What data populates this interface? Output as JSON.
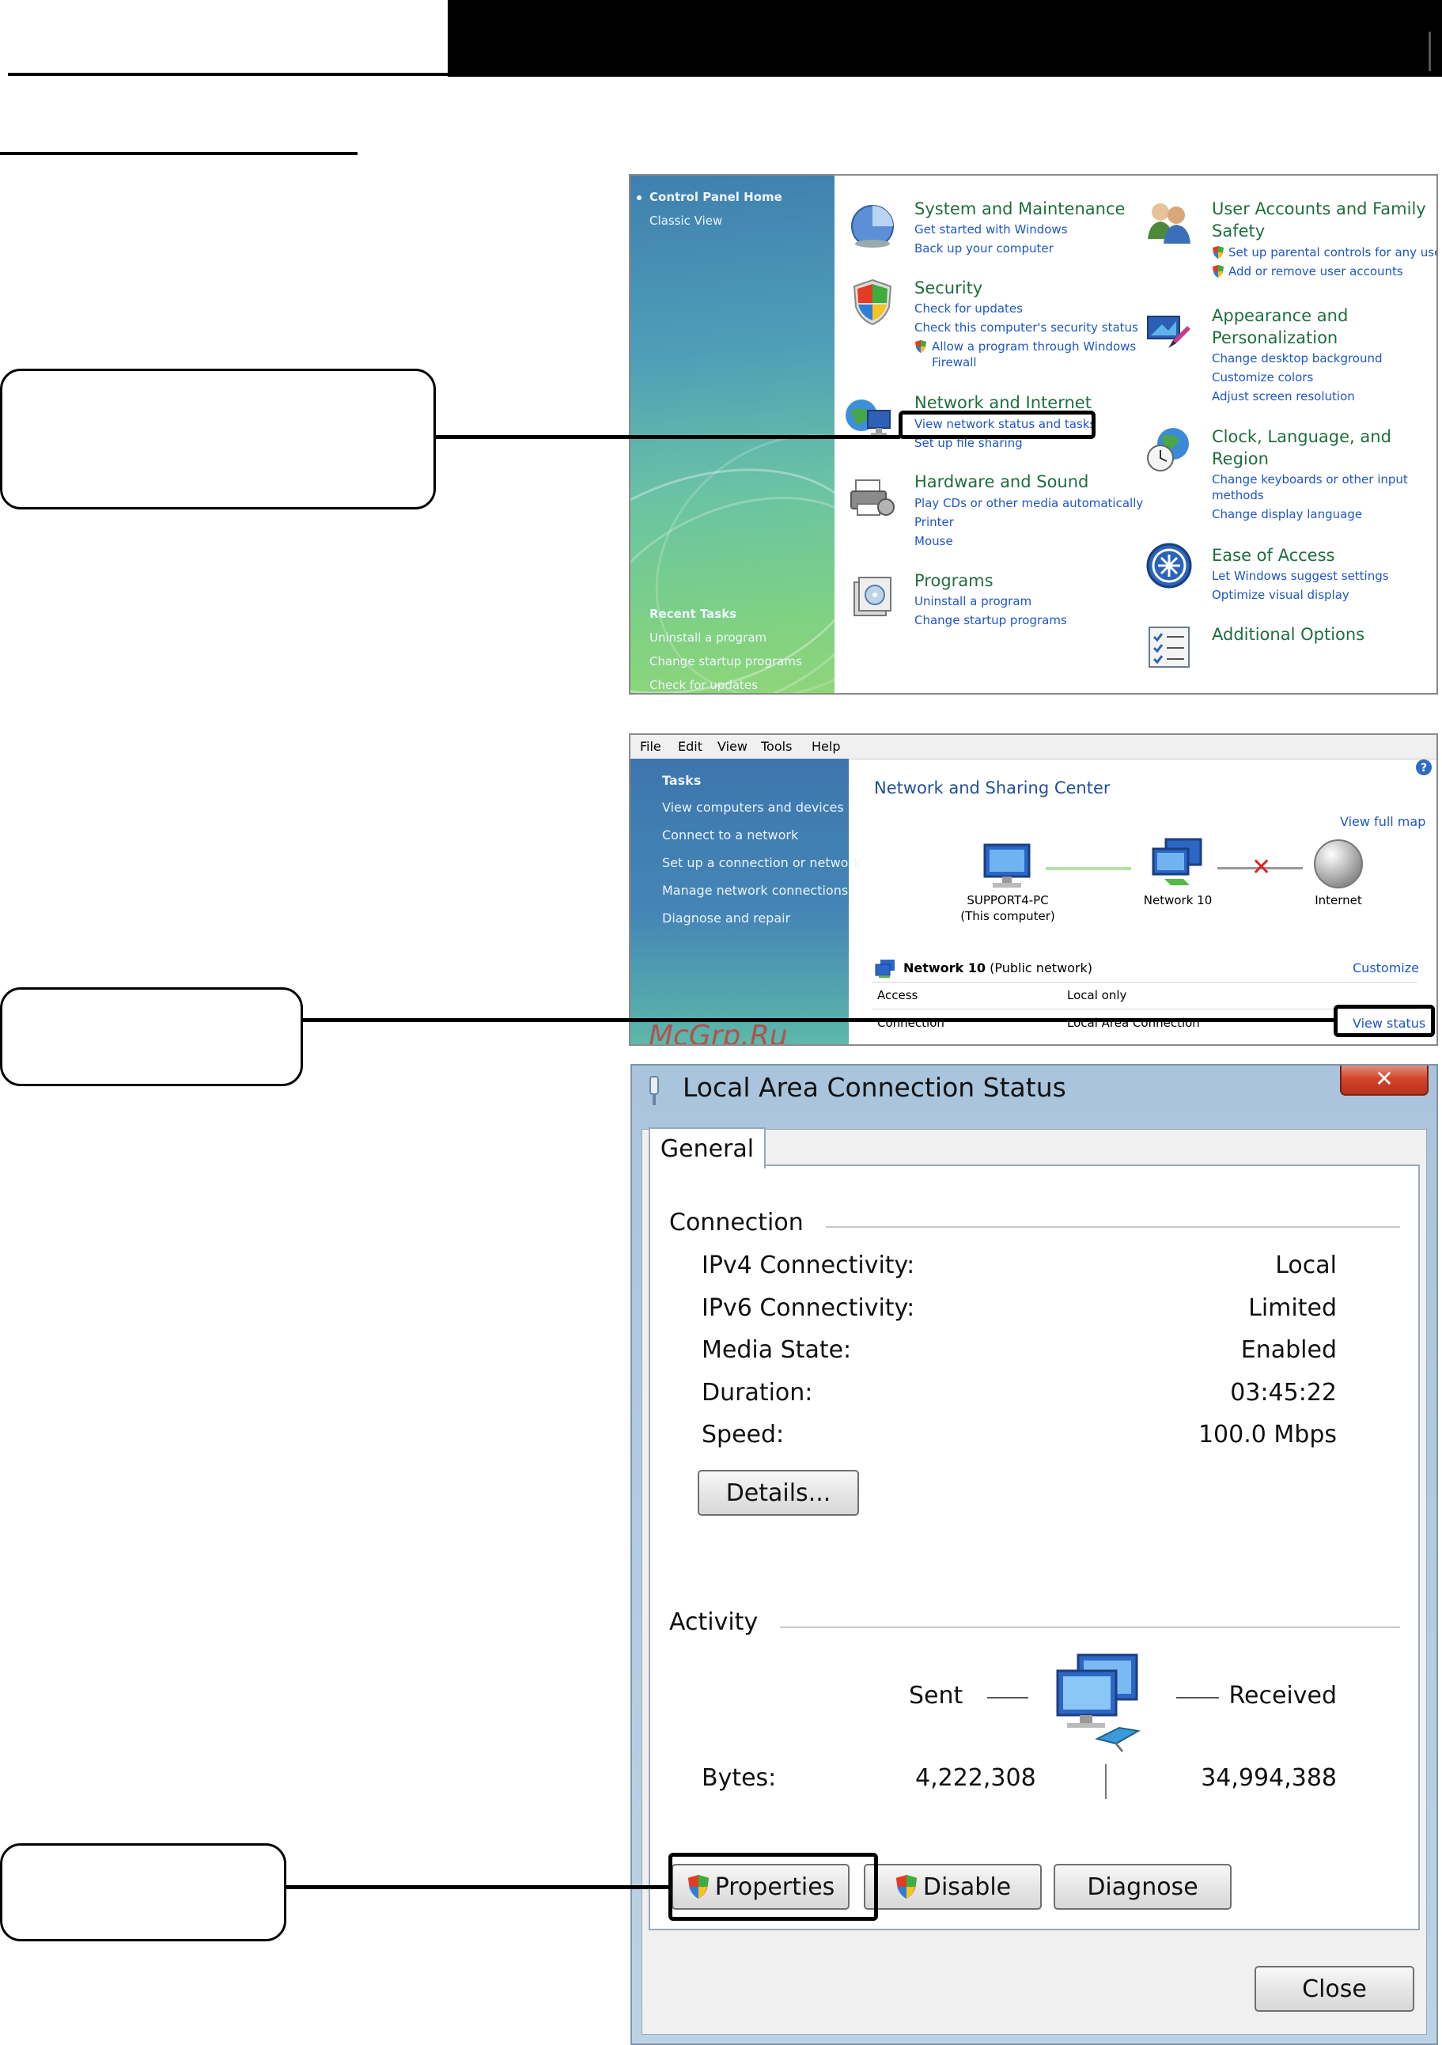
{
  "control_panel": {
    "sidebar": {
      "home": "Control Panel Home",
      "classic": "Classic View",
      "recent_title": "Recent Tasks",
      "recent": [
        "Uninstall a program",
        "Change startup programs",
        "Check for updates"
      ]
    },
    "categories": {
      "system": {
        "title": "System and Maintenance",
        "links": [
          "Get started with Windows",
          "Back up your computer"
        ]
      },
      "security": {
        "title": "Security",
        "links": [
          "Check for updates",
          "Check this computer's security status",
          "Allow a program through Windows",
          "Firewall"
        ]
      },
      "network": {
        "title": "Network and Internet",
        "links": [
          "View network status and tasks",
          "Set up file sharing"
        ]
      },
      "hardware": {
        "title": "Hardware and Sound",
        "links": [
          "Play CDs or other media automatically",
          "Printer",
          "Mouse"
        ]
      },
      "programs": {
        "title": "Programs",
        "links": [
          "Uninstall a program",
          "Change startup programs"
        ]
      },
      "users": {
        "title_1": "User Accounts and Family",
        "title_2": "Safety",
        "links": [
          "Set up parental controls for any user",
          "Add or remove user accounts"
        ]
      },
      "appearance": {
        "title_1": "Appearance and",
        "title_2": "Personalization",
        "links": [
          "Change desktop background",
          "Customize colors",
          "Adjust screen resolution"
        ]
      },
      "clock": {
        "title_1": "Clock, Language, and",
        "title_2": "Region",
        "links": [
          "Change keyboards or other input",
          "methods",
          "Change display language"
        ]
      },
      "ease": {
        "title": "Ease of Access",
        "links": [
          "Let Windows suggest settings",
          "Optimize visual display"
        ]
      },
      "additional": {
        "title": "Additional Options"
      }
    }
  },
  "network_center": {
    "menu": [
      "File",
      "Edit",
      "View",
      "Tools",
      "Help"
    ],
    "tasks_title": "Tasks",
    "tasks": [
      "View computers and devices",
      "Connect to a network",
      "Set up a connection or network",
      "Manage network connections",
      "Diagnose and repair"
    ],
    "title": "Network and Sharing Center",
    "view_full_map": "View full map",
    "nodes": {
      "pc_1": "SUPPORT4-PC",
      "pc_2": "(This computer)",
      "network": "Network 10",
      "internet": "Internet"
    },
    "network_name": "Network  10",
    "network_type": "(Public network)",
    "customize": "Customize",
    "access_label": "Access",
    "access_value": "Local only",
    "connection_label": "Connection",
    "connection_value": "Local Area Connection",
    "view_status": "View status",
    "watermark": "McGrp.Ru"
  },
  "status_dialog": {
    "title": "Local Area Connection Status",
    "close_glyph": "✕",
    "tab": "General",
    "connection_header": "Connection",
    "rows": [
      {
        "label": "IPv4 Connectivity:",
        "value": "Local"
      },
      {
        "label": "IPv6 Connectivity:",
        "value": "Limited"
      },
      {
        "label": "Media State:",
        "value": "Enabled"
      },
      {
        "label": "Duration:",
        "value": "03:45:22"
      },
      {
        "label": "Speed:",
        "value": "100.0 Mbps"
      }
    ],
    "details_button": "Details...",
    "activity_header": "Activity",
    "sent": "Sent",
    "received": "Received",
    "bytes_label": "Bytes:",
    "bytes_sent": "4,222,308",
    "bytes_received": "34,994,388",
    "properties_button": "Properties",
    "disable_button": "Disable",
    "diagnose_button": "Diagnose",
    "close_button": "Close"
  }
}
